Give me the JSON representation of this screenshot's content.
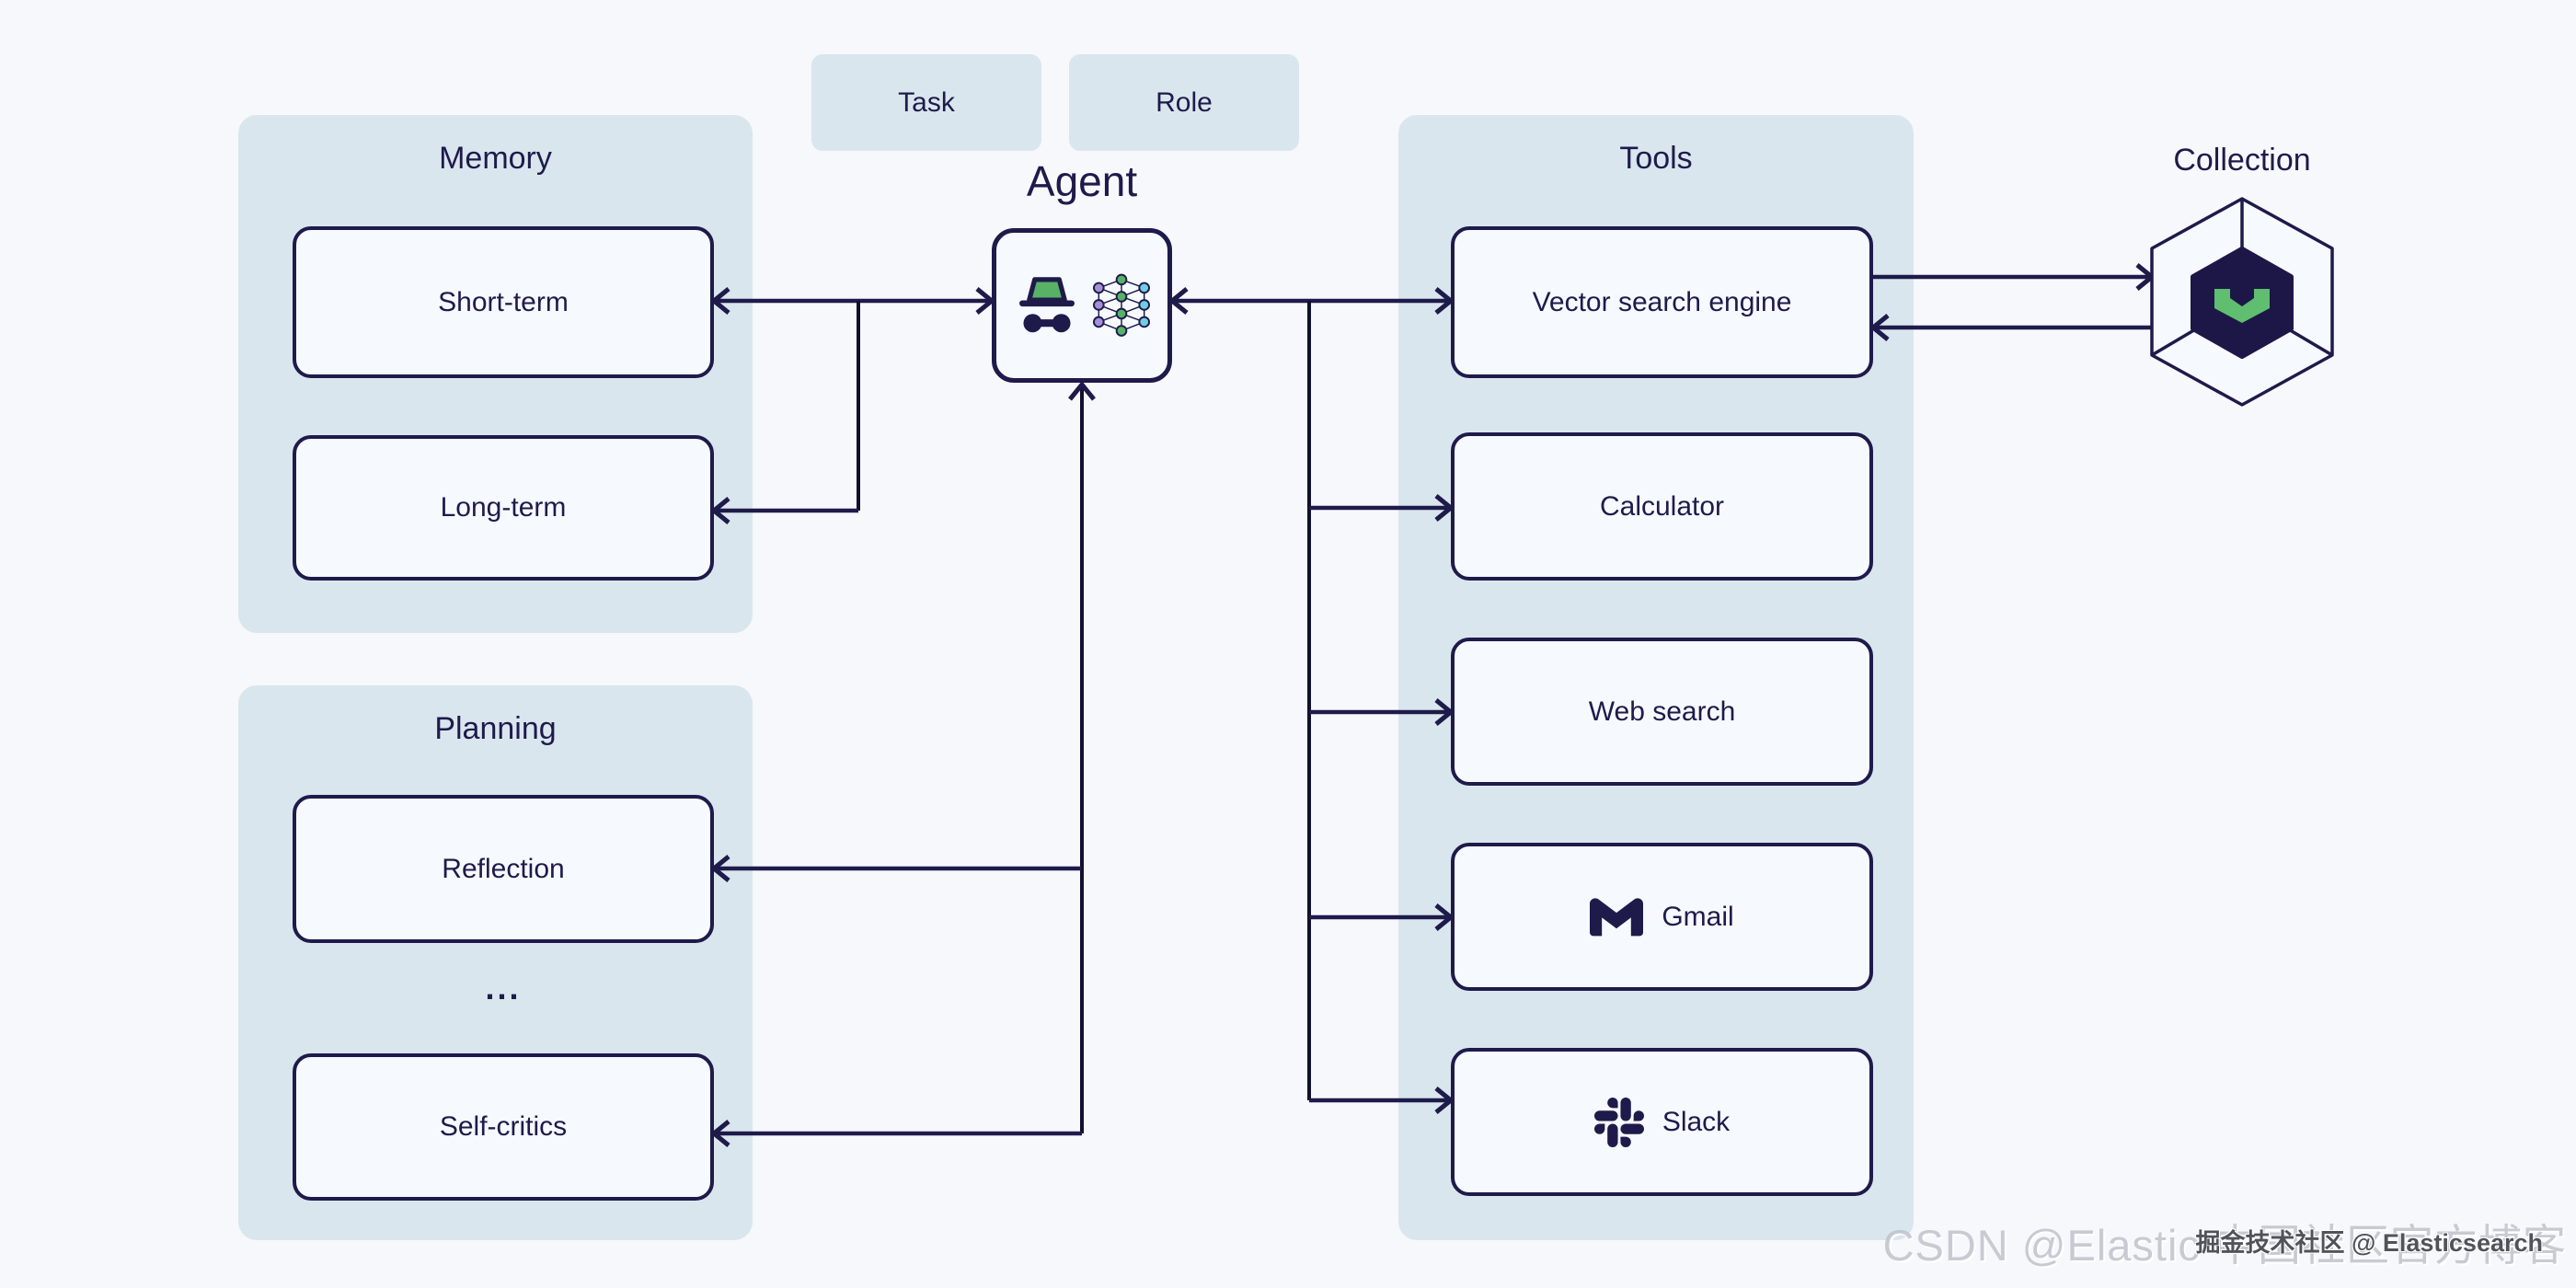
{
  "colors": {
    "background": "#f7f8fc",
    "panel": "#dae6ee",
    "node_fill": "#f6f9fd",
    "ink_navy": "#1e1b4b",
    "accent_green": "#57b266",
    "accent_purple": "#a78fd6",
    "accent_cyan": "#6fcfe2",
    "weaviate_hex_fill": "#1d1748",
    "weaviate_green": "#5fbe70"
  },
  "inputs": {
    "task_label": "Task",
    "role_label": "Role"
  },
  "agent": {
    "title": "Agent"
  },
  "memory": {
    "title": "Memory",
    "items": [
      {
        "label": "Short-term"
      },
      {
        "label": "Long-term"
      }
    ]
  },
  "planning": {
    "title": "Planning",
    "ellipsis": "...",
    "items": [
      {
        "label": "Reflection"
      },
      {
        "label": "Self-critics"
      }
    ]
  },
  "tools": {
    "title": "Tools",
    "items": [
      {
        "label": "Vector search engine"
      },
      {
        "label": "Calculator"
      },
      {
        "label": "Web search"
      },
      {
        "label": "Gmail",
        "icon": "gmail-icon"
      },
      {
        "label": "Slack",
        "icon": "slack-icon"
      }
    ]
  },
  "collection": {
    "title": "Collection",
    "logo": "weaviate-hexagon-logo"
  },
  "watermarks": {
    "large": "CSDN @Elastic 中国社区官方博客",
    "small": "掘金技术社区 @ Elasticsearch"
  }
}
